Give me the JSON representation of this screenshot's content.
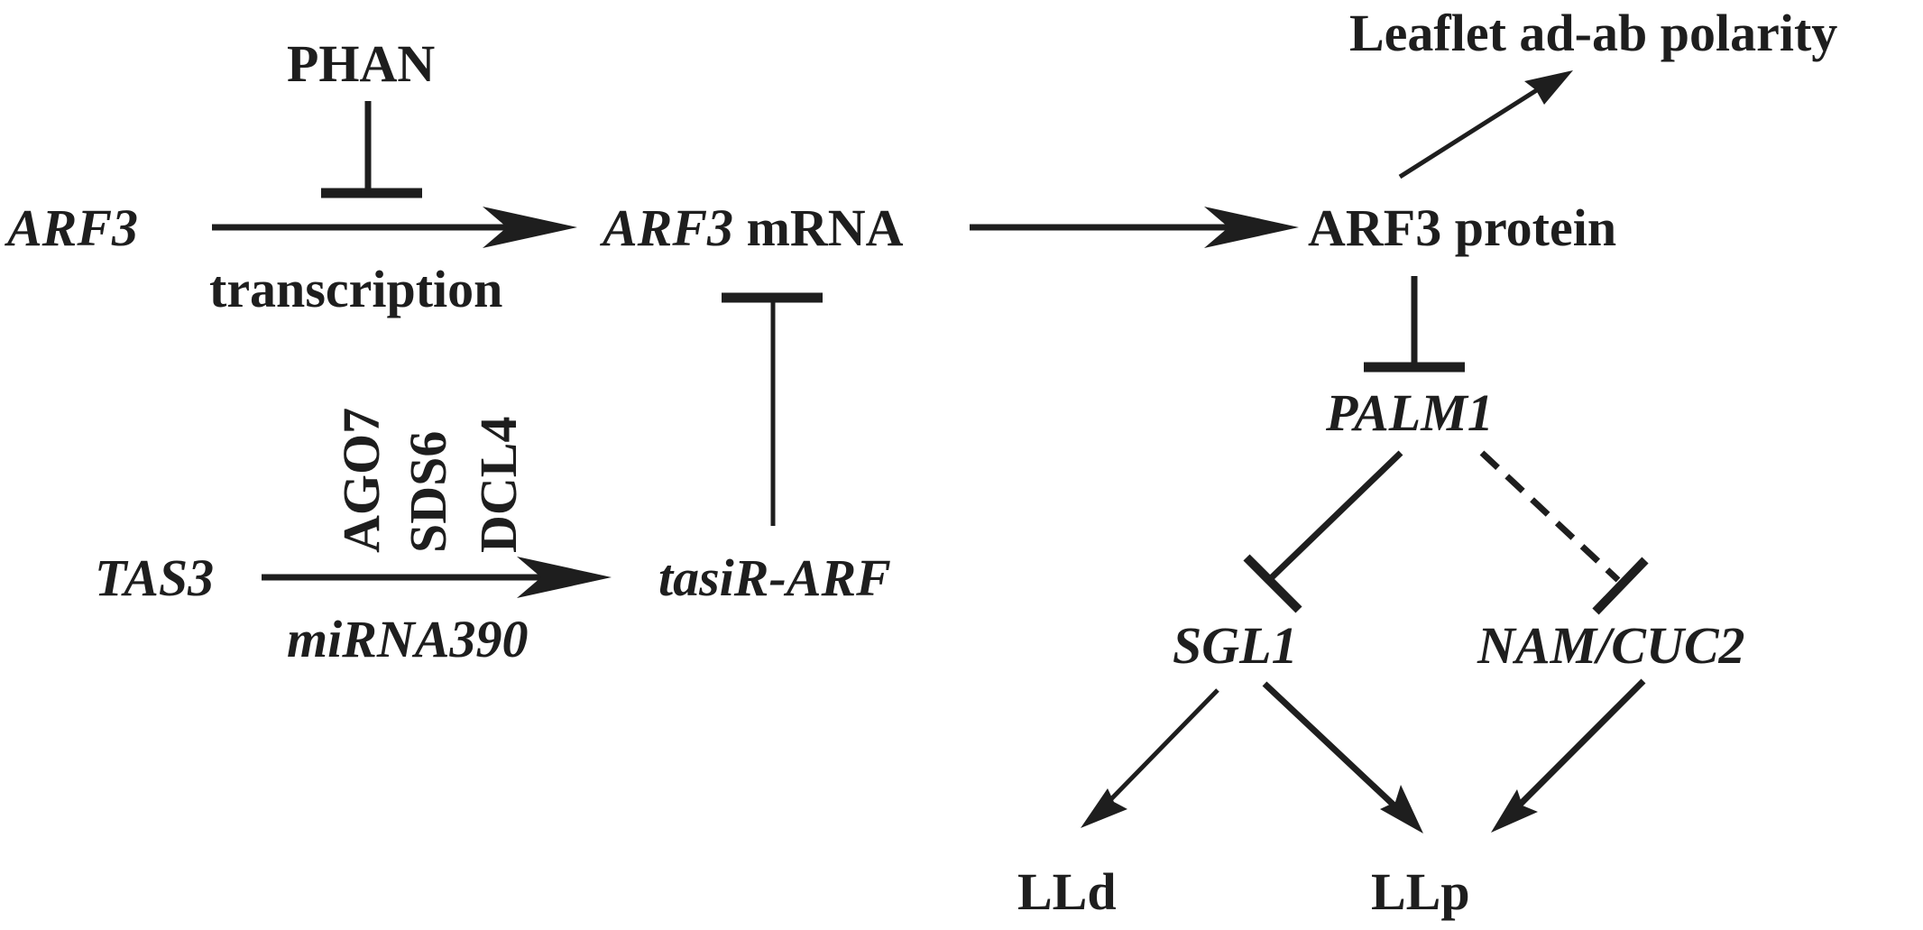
{
  "nodes": {
    "phan": "PHAN",
    "arf3_gene": "ARF3",
    "transcription": "transcription",
    "arf3_mrna_gene": "ARF3",
    "arf3_mrna_suffix": " mRNA",
    "arf3_protein": "ARF3 protein",
    "leaflet_polarity": "Leaflet ad-ab polarity",
    "ago7": "AGO7",
    "sds6": "SDS6",
    "dcl4": "DCL4",
    "tas3": "TAS3",
    "mirna390": "miRNA390",
    "tasir_arf": "tasiR-ARF",
    "palm1": "PALM1",
    "sgl1": "SGL1",
    "nam_cuc2": "NAM/CUC2",
    "lld": "LLd",
    "llp": "LLp"
  },
  "colors": {
    "ink": "#1e1e1e",
    "background": "#ffffff"
  }
}
